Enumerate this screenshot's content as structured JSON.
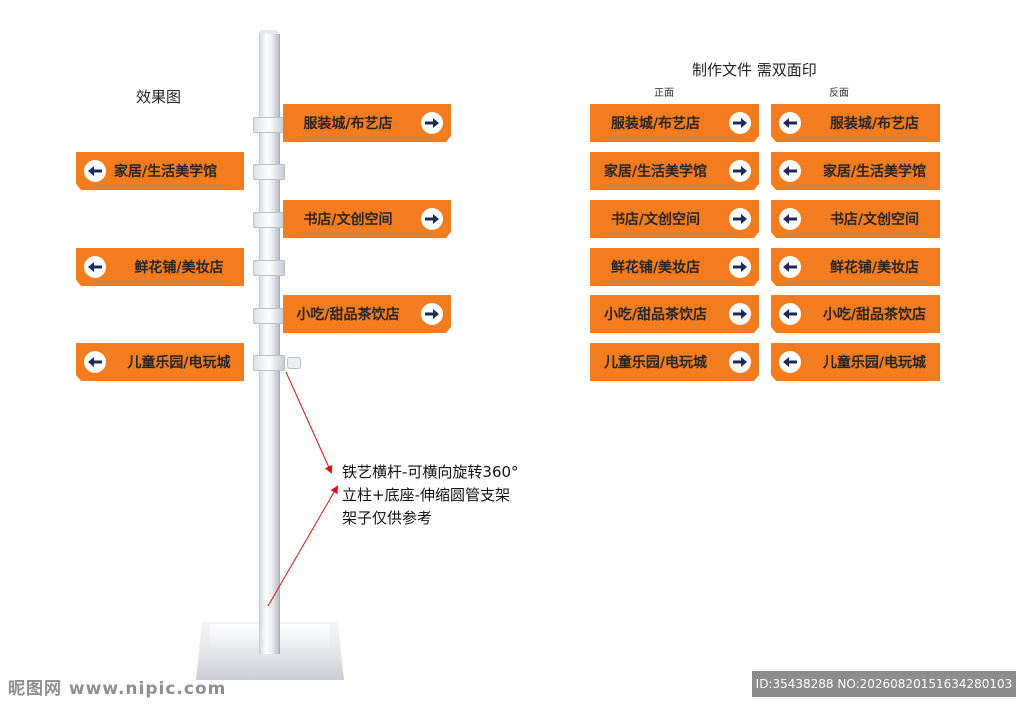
{
  "left_title": "效果图",
  "right_title": "制作文件 需双面印",
  "front_label": "正面",
  "back_label": "反面",
  "signs": [
    "服装城/布艺店",
    "家居/生活美学馆",
    "书店/文创空间",
    "鲜花铺/美妆店",
    "小吃/甜品茶饮店",
    "儿童乐园/电玩城"
  ],
  "annotation": {
    "line1": "铁艺横杆-可横向旋转360°",
    "line2": "立柱+底座-伸缩圆管支架",
    "line3": "架子仅供参考"
  },
  "colors": {
    "sign": "#f27c1e",
    "arrow": "#1d2a5a",
    "annotation_line": "#e01010"
  },
  "watermark": {
    "left": "昵图网 www.nipic.com",
    "right": "ID:35438288 NO:20260820151634280103"
  }
}
